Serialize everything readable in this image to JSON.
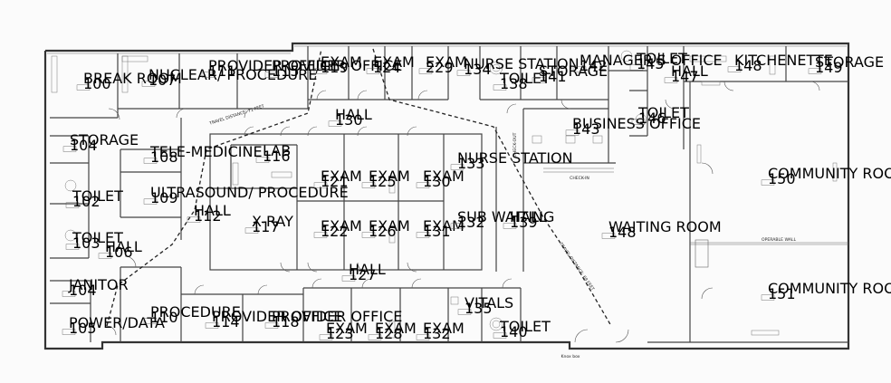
{
  "rooms": [
    {
      "id": "break-room",
      "name": "BREAK ROOM",
      "num": "100"
    },
    {
      "id": "nuclear",
      "name": "NUCLEAR/ PROCEDURE",
      "num": "107"
    },
    {
      "id": "provider-office-111",
      "name": "PROVIDER OFFICE",
      "num": "111"
    },
    {
      "id": "provider-office-115",
      "name": "PROVIDER OFFICE",
      "num": "115"
    },
    {
      "id": "exam-119",
      "name": "EXAM",
      "num": "119"
    },
    {
      "id": "exam-124",
      "name": "EXAM",
      "num": "124"
    },
    {
      "id": "exam-229",
      "name": "EXAM",
      "num": "229"
    },
    {
      "id": "nurse-station-top",
      "name": "NURSE STATION",
      "num": "134"
    },
    {
      "id": "toilet-138",
      "name": "TOILET",
      "num": "138"
    },
    {
      "id": "storage-141",
      "name": "STORAGE",
      "num": "141"
    },
    {
      "id": "managers-office",
      "name": "MANAGER'S OFFICE",
      "num": "142"
    },
    {
      "id": "toilet-145",
      "name": "TOILET",
      "num": "145"
    },
    {
      "id": "hall-147",
      "name": "HALL",
      "num": "147"
    },
    {
      "id": "kitchenette",
      "name": "KITCHENETTE",
      "num": "148"
    },
    {
      "id": "storage-149",
      "name": "STORAGE",
      "num": "149"
    },
    {
      "id": "storage-104",
      "name": "STORAGE",
      "num": "104"
    },
    {
      "id": "tele-medicine",
      "name": "TELE-MEDICINE",
      "num": "108"
    },
    {
      "id": "ultrasound",
      "name": "ULTRASOUND/ PROCEDURE",
      "num": "109"
    },
    {
      "id": "toilet-102",
      "name": "TOILET",
      "num": "102"
    },
    {
      "id": "toilet-103",
      "name": "TOILET",
      "num": "103"
    },
    {
      "id": "hall-106",
      "name": "HALL",
      "num": "106"
    },
    {
      "id": "janitor",
      "name": "JANITOR",
      "num": "104"
    },
    {
      "id": "power-data",
      "name": "POWER/DATA",
      "num": "105"
    },
    {
      "id": "hall-112",
      "name": "HALL",
      "num": "112"
    },
    {
      "id": "hall-130",
      "name": "HALL",
      "num": "130"
    },
    {
      "id": "lab",
      "name": "LAB",
      "num": "116"
    },
    {
      "id": "xray",
      "name": "X-RAY",
      "num": "117"
    },
    {
      "id": "exam-121",
      "name": "EXAM",
      "num": "121"
    },
    {
      "id": "exam-125",
      "name": "EXAM",
      "num": "125"
    },
    {
      "id": "exam-130",
      "name": "EXAM",
      "num": "130"
    },
    {
      "id": "exam-122",
      "name": "EXAM",
      "num": "122"
    },
    {
      "id": "exam-126",
      "name": "EXAM",
      "num": "126"
    },
    {
      "id": "exam-131",
      "name": "EXAM",
      "num": "131"
    },
    {
      "id": "nurse-station-center",
      "name": "NURSE STATION",
      "num": "133"
    },
    {
      "id": "sub-waiting",
      "name": "SUB WAITING",
      "num": "132"
    },
    {
      "id": "hall-127",
      "name": "HALL",
      "num": "127"
    },
    {
      "id": "hall-139",
      "name": "HALL",
      "num": "139"
    },
    {
      "id": "business-office",
      "name": "BUSINESS OFFICE",
      "num": "143"
    },
    {
      "id": "toilet-146",
      "name": "TOILET",
      "num": "146"
    },
    {
      "id": "waiting-room",
      "name": "WAITING ROOM",
      "num": "148"
    },
    {
      "id": "community-room-150",
      "name": "COMMUNITY ROOM",
      "num": "150"
    },
    {
      "id": "community-room-151",
      "name": "COMMUNITY ROOM",
      "num": "151"
    },
    {
      "id": "procedure",
      "name": "PROCEDURE",
      "num": "110"
    },
    {
      "id": "provider-office-114",
      "name": "PROVIDER OFFICE",
      "num": "114"
    },
    {
      "id": "provider-office-118",
      "name": "PROVIDER OFFICE",
      "num": "118"
    },
    {
      "id": "exam-123",
      "name": "EXAM",
      "num": "123"
    },
    {
      "id": "exam-128",
      "name": "EXAM",
      "num": "128"
    },
    {
      "id": "exam-132",
      "name": "EXAM",
      "num": "132"
    },
    {
      "id": "vitals",
      "name": "VITALS",
      "num": "135"
    },
    {
      "id": "toilet-140",
      "name": "TOILET",
      "num": "140"
    }
  ],
  "labels": {
    "travel_top": "TRAVEL DISTANCE: 71 FEET",
    "travel_right": "TRAVEL DISTANCE: 69 FEET",
    "check_in": "CHECK-IN",
    "check_out": "CHECK-OUT",
    "operable_wall": "OPERABLE WALL",
    "knox_box": "Knox box"
  }
}
